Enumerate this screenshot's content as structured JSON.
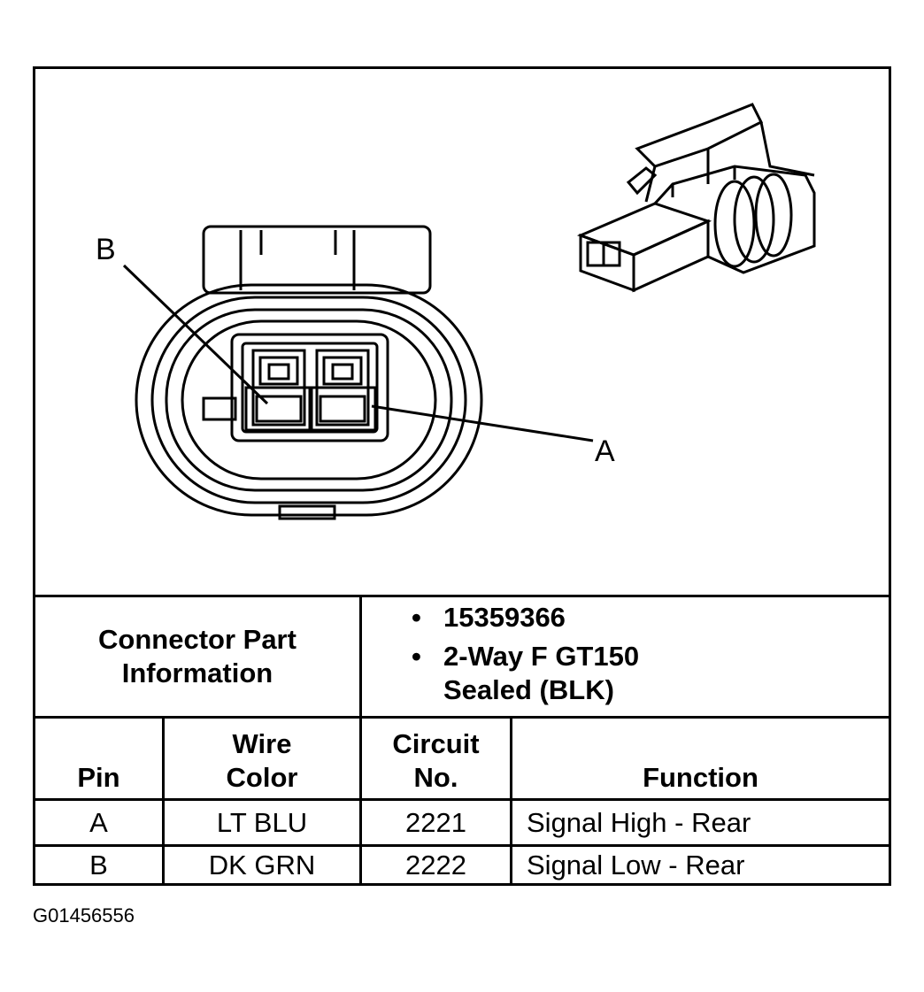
{
  "callouts": {
    "b": "B",
    "a": "A"
  },
  "part_info": {
    "label": "Connector Part Information",
    "items": [
      "15359366",
      "2-Way F GT150 Sealed (BLK)"
    ]
  },
  "table": {
    "headers": {
      "pin": "Pin",
      "wire_color": "Wire Color",
      "circuit": "Circuit No.",
      "function": "Function"
    },
    "rows": [
      {
        "pin": "A",
        "wire_color": "LT BLU",
        "circuit": "2221",
        "function": "Signal High - Rear"
      },
      {
        "pin": "B",
        "wire_color": "DK GRN",
        "circuit": "2222",
        "function": "Signal Low - Rear"
      }
    ]
  },
  "figure_id": "G01456556"
}
